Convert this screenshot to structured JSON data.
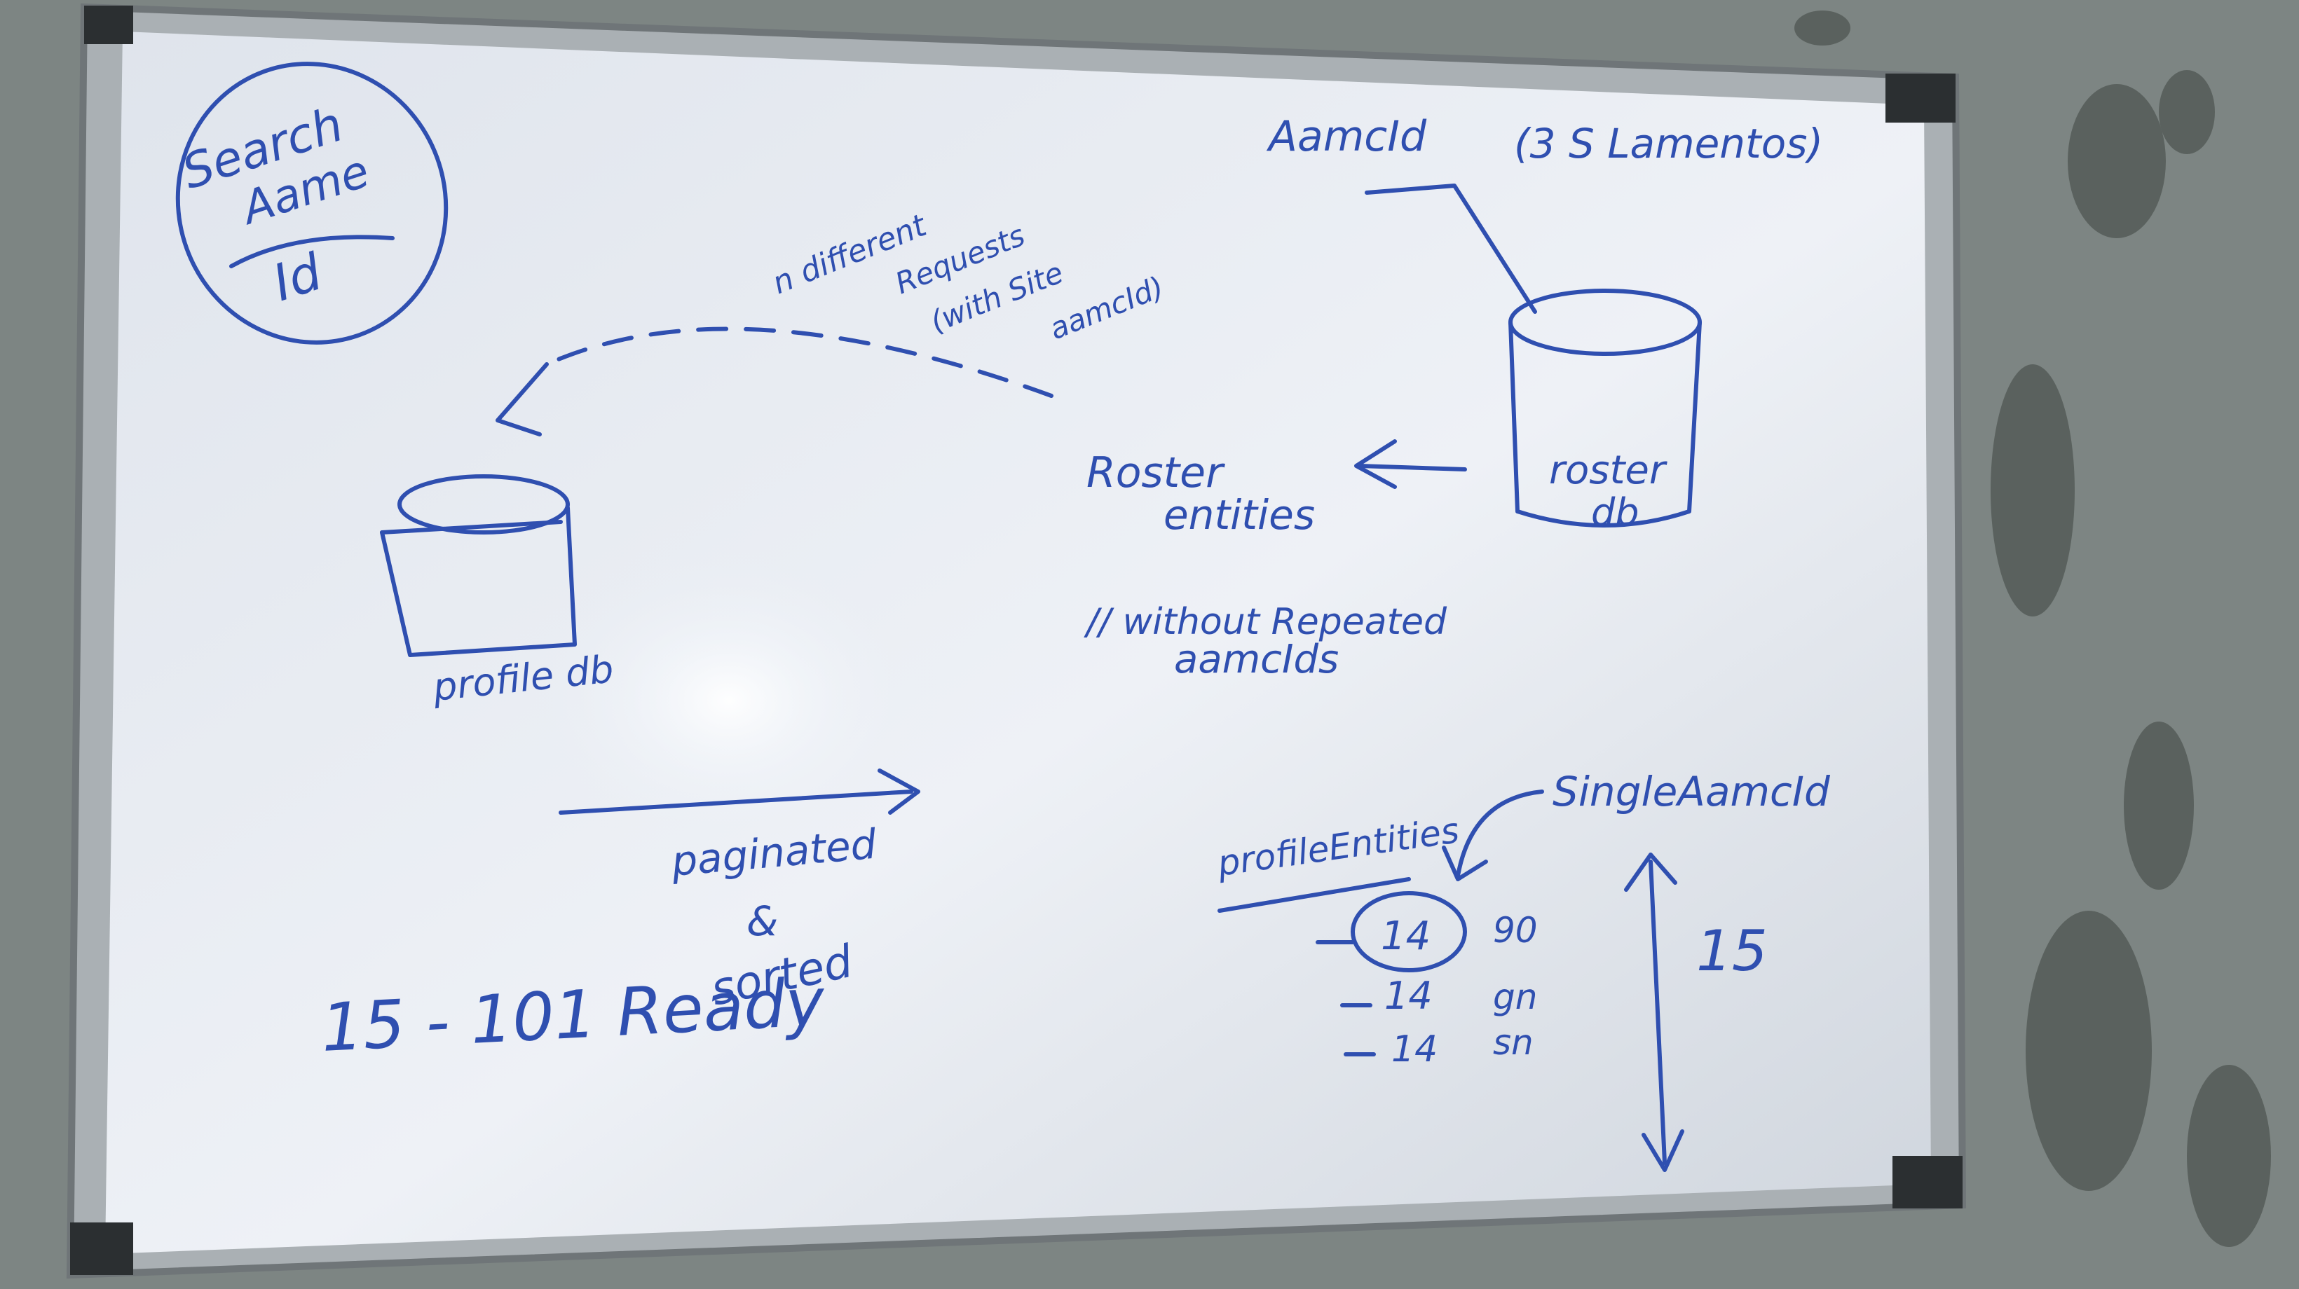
{
  "ink_color": "#2f4fb0",
  "board_color": "#e9edf3",
  "wall_color": "#8a908d",
  "notes": {
    "circle_label_line1": "Search",
    "circle_label_line2": "Aame",
    "circle_label_line3": "Id",
    "top_label": "AamcId",
    "top_note": "(3 S Lamentos)",
    "requests_line1": "n different",
    "requests_line2": "Requests",
    "requests_line3": "(with Site",
    "requests_line4": "aamcId)",
    "db_left_label": "profile db",
    "db_right_label_1": "roster",
    "db_right_label_2": "db",
    "roster_line1": "Roster",
    "roster_line2": "entities",
    "without_line1": "// without Repeated",
    "without_line2": "aamcIds",
    "paginated_line1": "paginated",
    "paginated_line2": "&",
    "paginated_line3": "sorted",
    "ready_text": "15 - 101 Ready",
    "profile_entities": "profileEntities",
    "single_label": "SingleAamcId",
    "row1_num": "14",
    "row1_val": "90",
    "row2_num": "14",
    "row2_val": "gn",
    "row3_num": "14",
    "row3_val": "sn",
    "count_label": "15"
  }
}
